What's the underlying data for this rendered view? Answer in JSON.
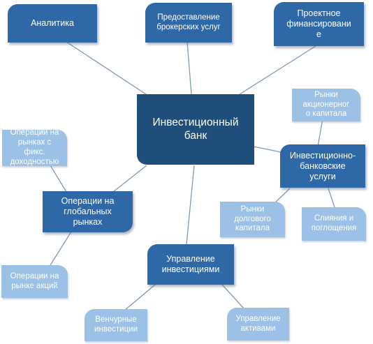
{
  "center": {
    "label": "Инвестиционный\nбанк"
  },
  "nodes": {
    "analytics": "Аналитика",
    "brokerage": "Предоставление\nброкерских услуг",
    "project_finance": "Проектное\nфинансировани\nе",
    "ib_services": "Инвестиционно-\nбанковские\nуслуги",
    "equity_markets": "Рынки\nакционерног\nо капитала",
    "debt_markets": "Рынки\nдолгового\nкапитала",
    "mna": "Слияния и\nпоглощения",
    "global_markets": "Операции на\nглобальных\nрынках",
    "fixed_income": "Операции на\nрынках с\nфикс.\nдоходностью",
    "stock_ops": "Операции на\nрынке акций",
    "investment_mgmt": "Управление\nинвестициями",
    "venture": "Венчурные\nинвестиции",
    "asset_mgmt": "Управление\nактивами"
  }
}
